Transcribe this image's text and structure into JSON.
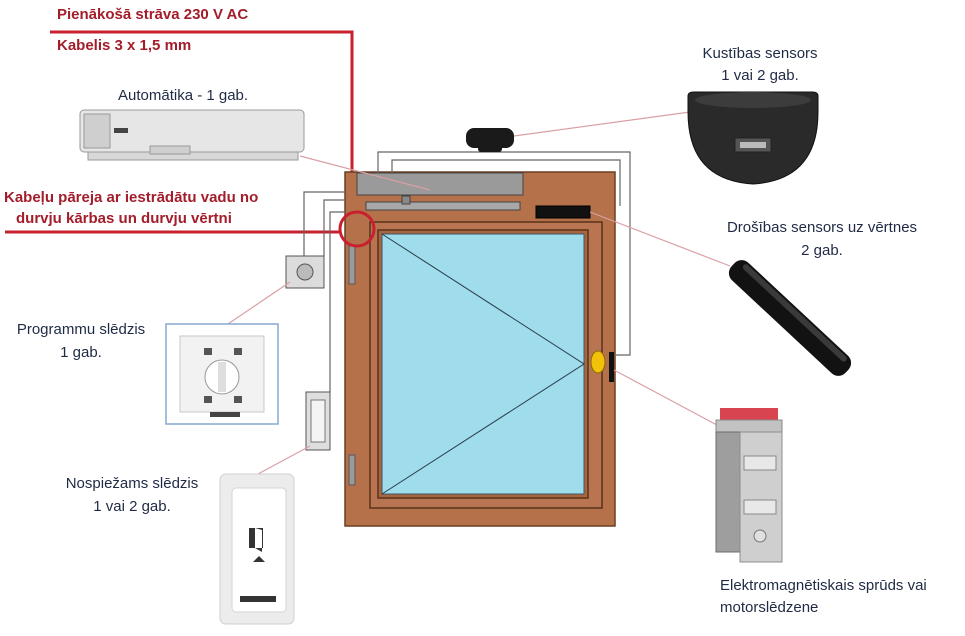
{
  "power": {
    "title": "Pienākošā strāva 230 V AC",
    "cable": "Kabelis 3 x 1,5 mm"
  },
  "wiring_note": {
    "line1": "Kabeļu pāreja ar iestrādātu vadu no",
    "line2": "durvju kārbas un durvju vērtni"
  },
  "components": {
    "automatics": "Automātika - 1 gab.",
    "motion_sensor": {
      "line1": "Kustības sensors",
      "line2": "1 vai 2 gab."
    },
    "safety_sensor": {
      "line1": "Drošības sensors uz vērtnes",
      "line2": "2 gab."
    },
    "program_switch": {
      "line1": "Programmu slēdzis",
      "line2": "1 gab."
    },
    "push_button": {
      "line1": "Nospiežams slēdzis",
      "line2": "1 vai 2 gab."
    },
    "lock": {
      "line1": "Elektromagnētiskais sprūds vai",
      "line2": "motorslēdzene"
    }
  },
  "colors": {
    "power_line": "#c8202f",
    "frame": "#b5714a",
    "glass": "#9fdcec",
    "connector": "#d9a0a4"
  }
}
